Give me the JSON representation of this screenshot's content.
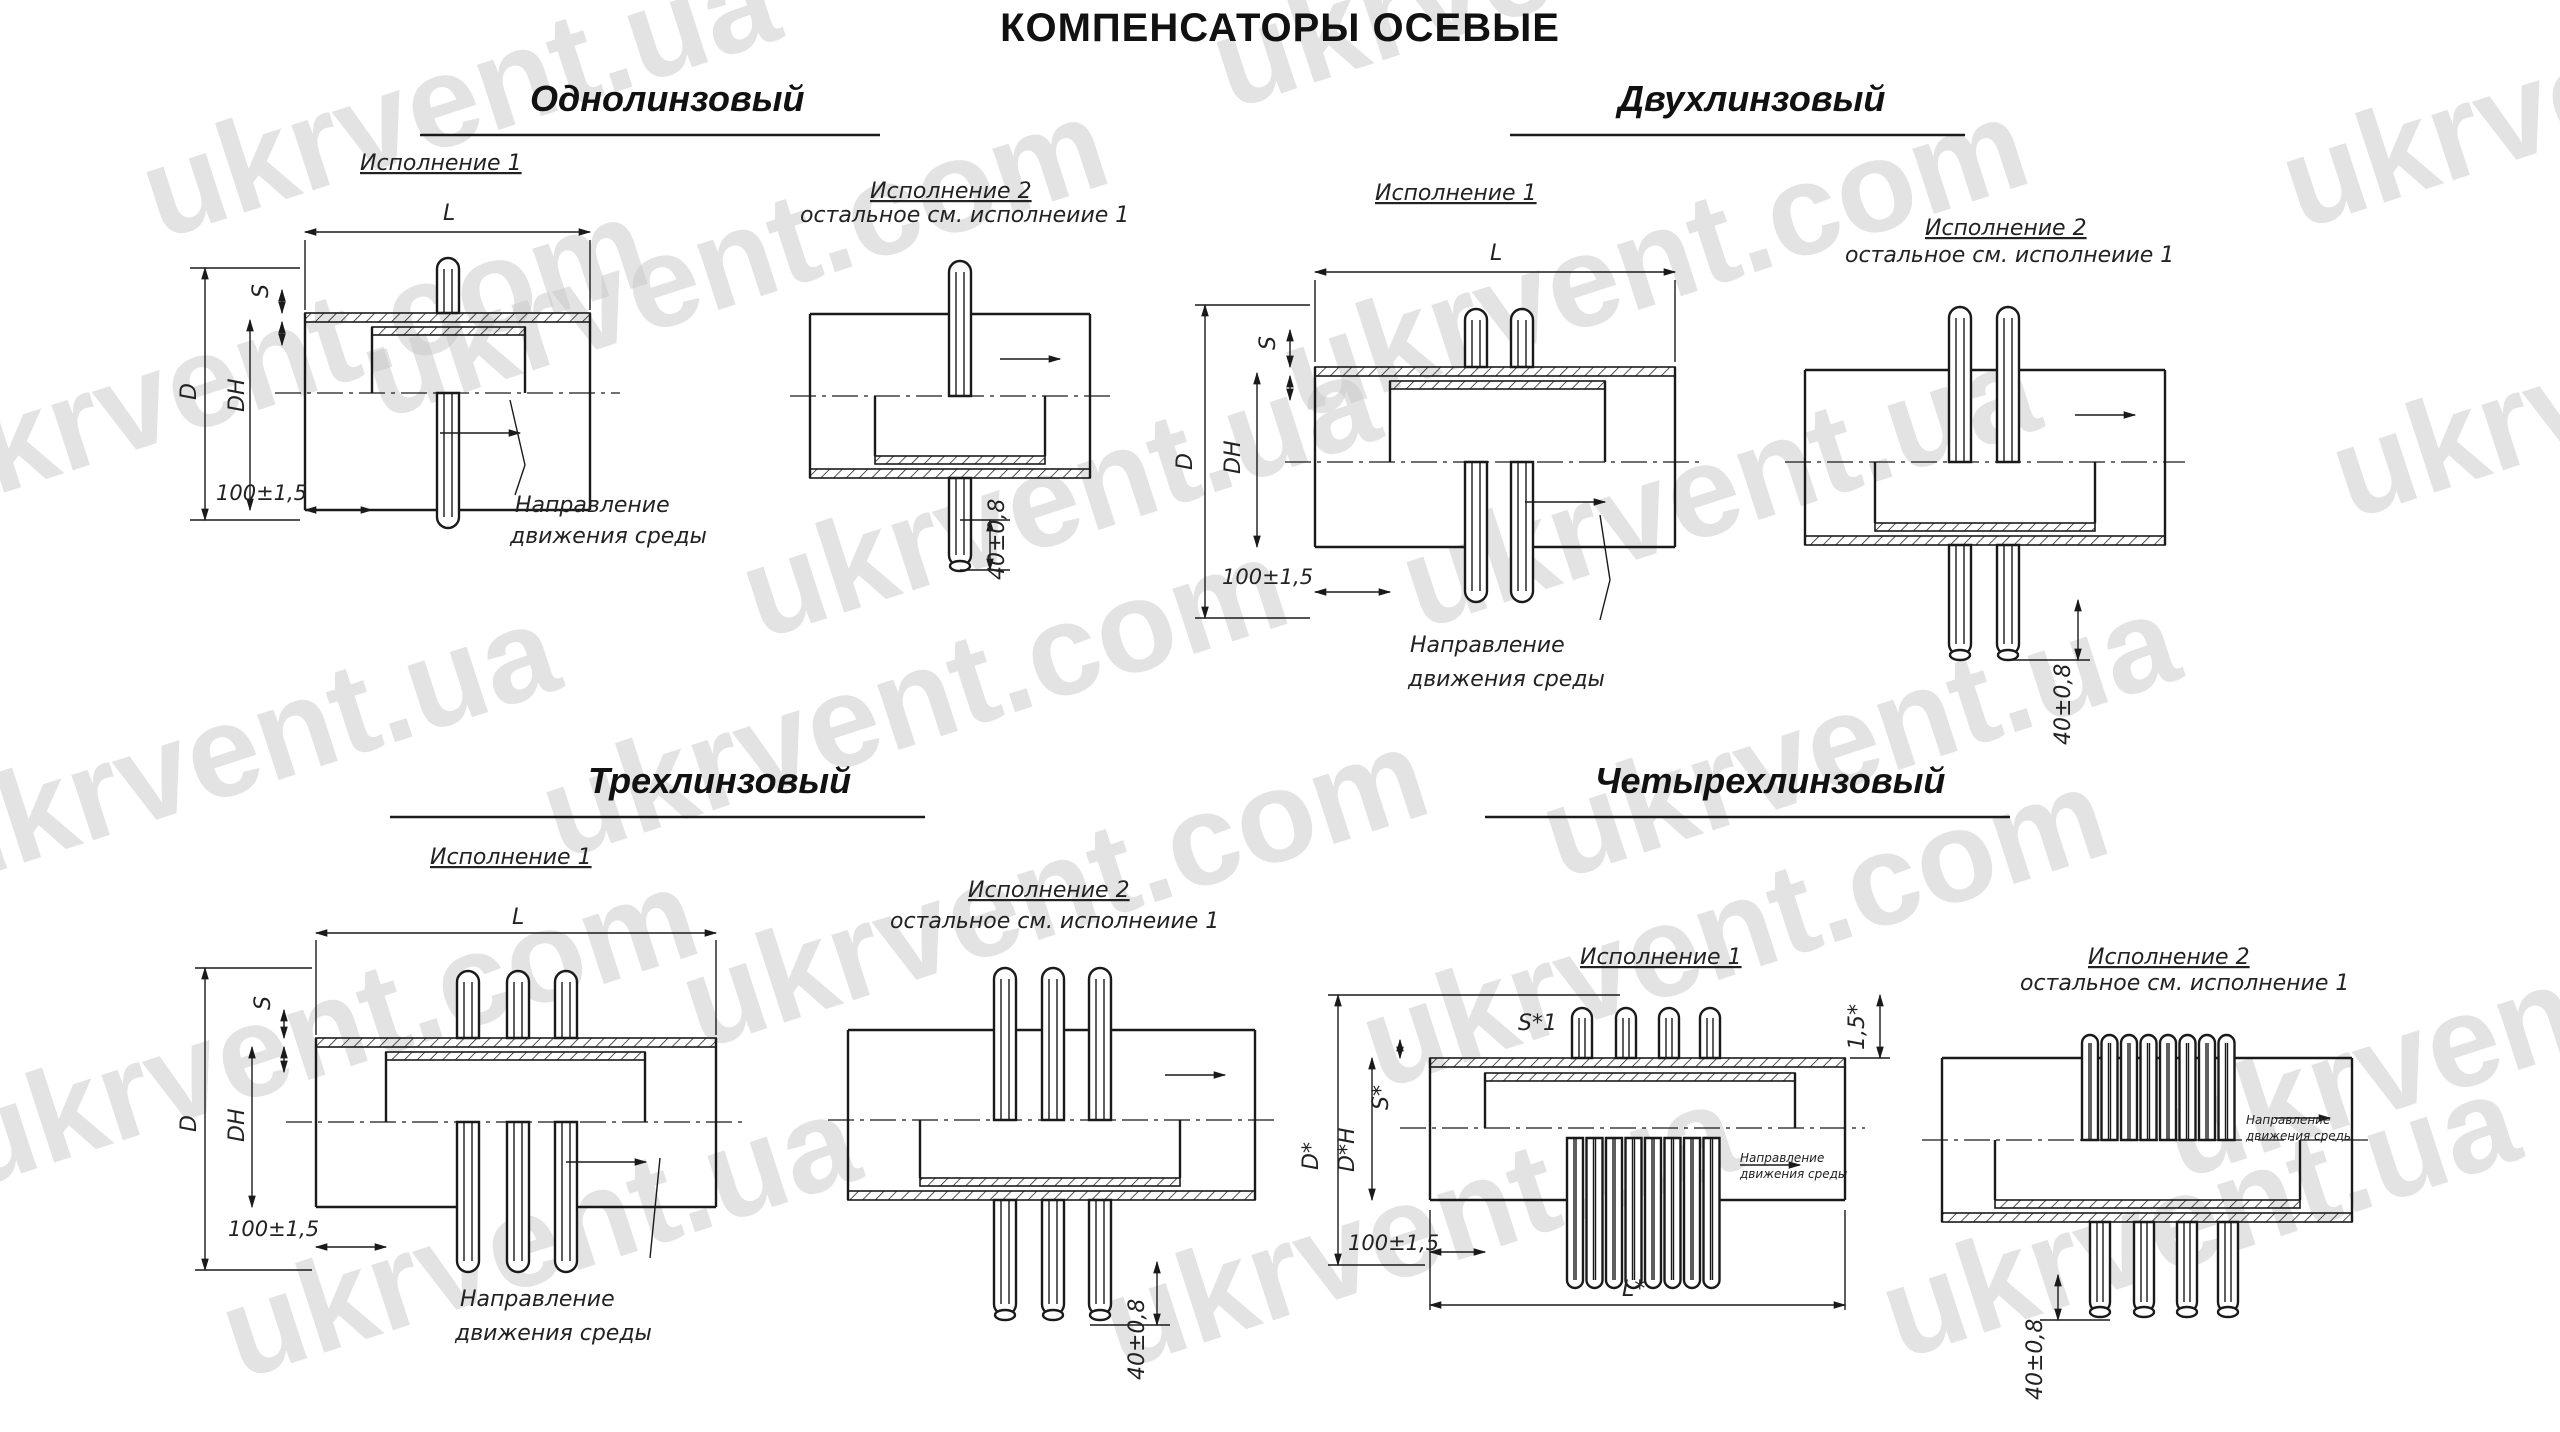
{
  "title": "КОМПЕНСАТОРЫ ОСЕВЫЕ",
  "sections": {
    "single": "Однолинзовый",
    "double": "Двухлинзовый",
    "triple": "Трехлинзовый",
    "quad": "Четырехлинзовый"
  },
  "labels": {
    "variant1": "Исполнение 1",
    "variant2": "Исполнение 2",
    "variant2_note_a": "остальное см. исполнеиие 1",
    "variant2_note_b": "остальное см. исполнение 1",
    "direction_1": "Направление",
    "direction_2": "движения среды",
    "L": "L",
    "L_star": "L*",
    "S": "S",
    "S_star": "S*",
    "S1_star": "S*1",
    "D": "D",
    "D_star": "D*",
    "DN": "DН",
    "DN_star": "D*Н",
    "dim_100": "100±1,5",
    "dim_40": "40±0,8",
    "dim_15": "1,5*"
  },
  "watermark": [
    "ukrvent.ua",
    "ukrvent.com"
  ]
}
